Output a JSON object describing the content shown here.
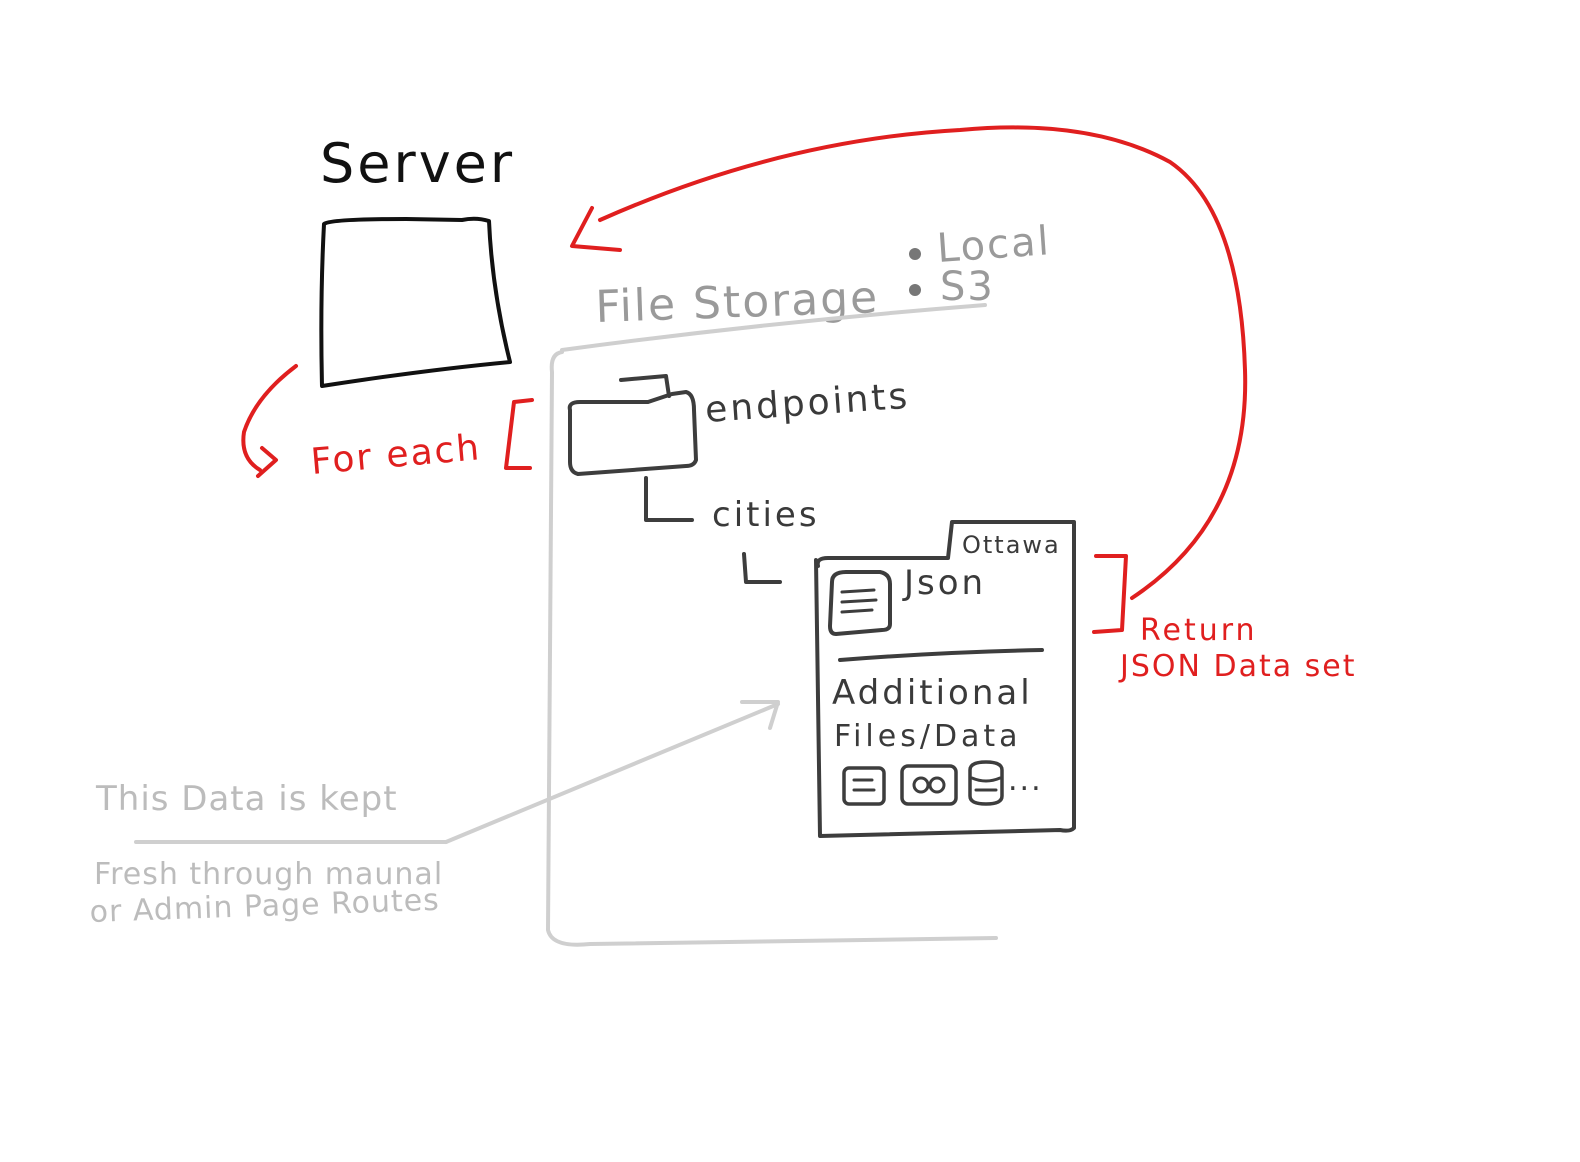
{
  "server": {
    "label": "Server"
  },
  "storage": {
    "label": "File Storage",
    "options": [
      "Local",
      "S3"
    ]
  },
  "tree": {
    "folder_label": "endpoints",
    "subfolder_label": "cities",
    "card_tab": "Ottawa",
    "file_label": "Json",
    "additional_line1": "Additional",
    "additional_line2": "Files/Data",
    "more": "..."
  },
  "annotations": {
    "for_each": "For each",
    "return_line1": "Return",
    "return_line2": "JSON Data set",
    "note_line1": "This Data is kept",
    "note_line2": "Fresh through maunal",
    "note_line3": "or Admin Page Routes"
  },
  "colors": {
    "ink": "#111111",
    "ink_dark": "#3d3d3d",
    "ink_light": "#bcbcbc",
    "accent_red": "#e01f1f"
  }
}
